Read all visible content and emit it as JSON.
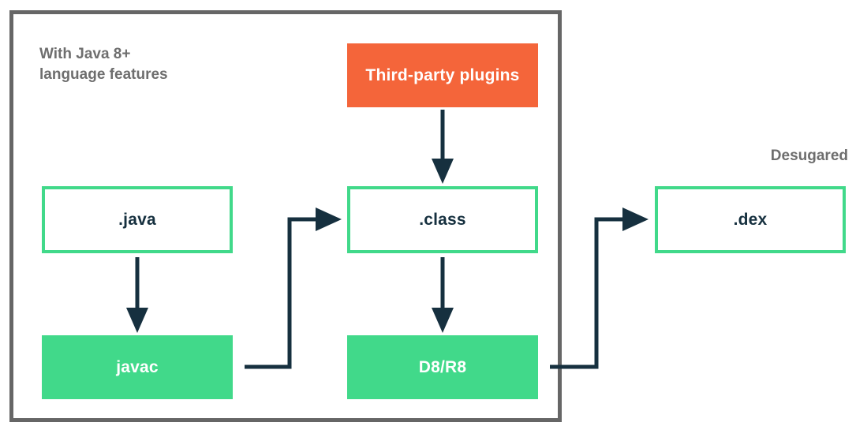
{
  "diagram": {
    "title_note_left": "With Java 8+\nlanguage features",
    "title_note_right": "Desugared",
    "colors": {
      "frame_border": "#666666",
      "green_accent": "#41D98A",
      "orange_accent": "#F4653A",
      "arrow_navy": "#16303F",
      "caption_gray": "#6E6E6E",
      "node_text_dark": "#16303F",
      "node_text_light": "#FFFFFF",
      "background": "#FFFFFF"
    },
    "nodes": [
      {
        "id": "third-party-plugins",
        "label": "Third-party plugins",
        "style": "filled-orange"
      },
      {
        "id": "java-source",
        "label": ".java",
        "style": "outline-green"
      },
      {
        "id": "class-file",
        "label": ".class",
        "style": "outline-green"
      },
      {
        "id": "dex-file",
        "label": ".dex",
        "style": "outline-green"
      },
      {
        "id": "javac",
        "label": "javac",
        "style": "filled-green"
      },
      {
        "id": "d8-r8",
        "label": "D8/R8",
        "style": "filled-green"
      }
    ],
    "edges": [
      {
        "from": "third-party-plugins",
        "to": "class-file",
        "shape": "straight-down"
      },
      {
        "from": "java-source",
        "to": "javac",
        "shape": "straight-down"
      },
      {
        "from": "class-file",
        "to": "d8-r8",
        "shape": "straight-down"
      },
      {
        "from": "javac",
        "to": "class-file",
        "shape": "elbow-up-right"
      },
      {
        "from": "d8-r8",
        "to": "dex-file",
        "shape": "elbow-up-right"
      }
    ]
  }
}
